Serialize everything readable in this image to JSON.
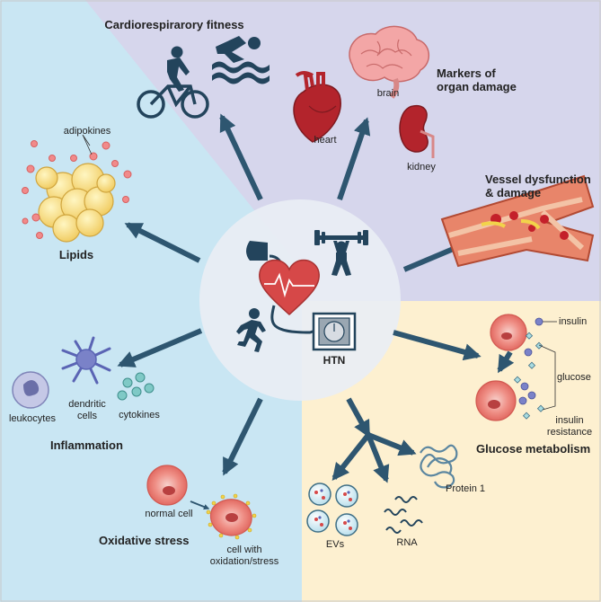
{
  "diagram": {
    "center": {
      "label": "HTN"
    },
    "outcomes": {
      "cardiorespiratory": "Cardiorespirarory fitness",
      "organ_damage": "Markers of organ damage",
      "vessel": "Vessel dysfunction & damage",
      "lipids": "Lipids",
      "inflammation": "Inflammation",
      "oxidative": "Oxidative stress",
      "glucose": "Glucose metabolism"
    },
    "labels": {
      "brain": "brain",
      "heart": "heart",
      "kidney": "kidney",
      "adipokines": "adipokines",
      "leukocytes": "leukocytes",
      "dendritic": "dendritic cells",
      "cytokines": "cytokines",
      "normal_cell": "normal cell",
      "stressed_cell": "cell with oxidation/stress",
      "evs": "EVs",
      "rna": "RNA",
      "protein": "Protein 1",
      "insulin": "insulin",
      "glucose": "glucose",
      "insulin_resistance": "insulin resistance"
    }
  },
  "colors": {
    "left_panel": "#c9e6f3",
    "top_panel": "#d6d6ec",
    "bottom_right_panel": "#fdf0d0",
    "center_circle": "#e9eef4",
    "arrow": "#2e5670",
    "heart": "#d64848",
    "figure": "#23445c"
  }
}
